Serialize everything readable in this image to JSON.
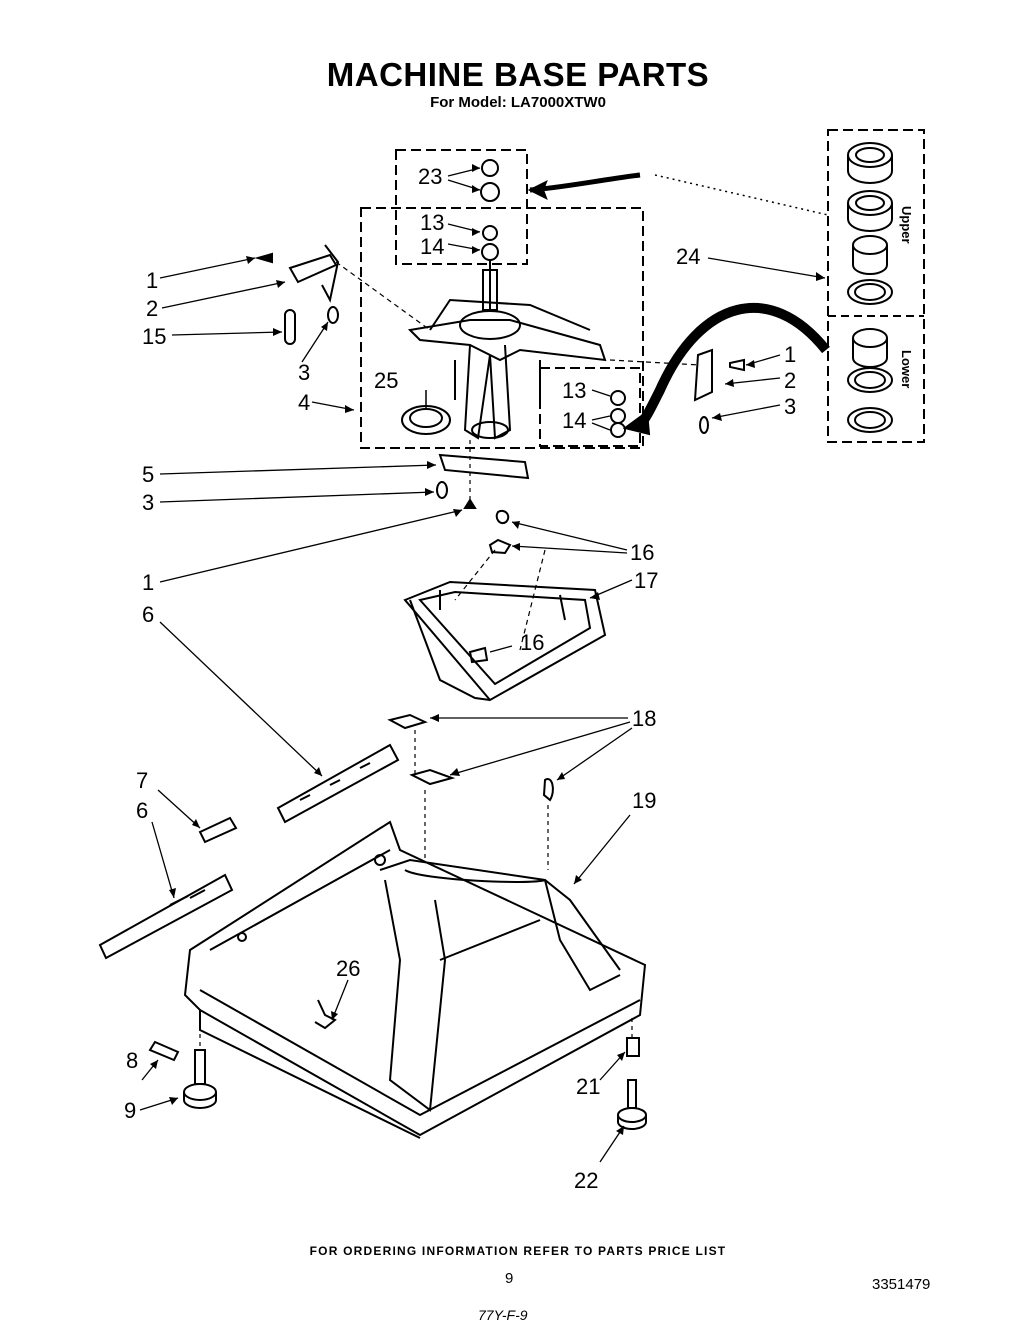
{
  "header": {
    "title": "MACHINE BASE PARTS",
    "subtitle": "For Model: LA7000XTW0"
  },
  "callouts": {
    "c23": "23",
    "c13a": "13",
    "c14a": "14",
    "c24": "24",
    "c1a": "1",
    "c2a": "2",
    "c15": "15",
    "c3a": "3",
    "c4": "4",
    "c25": "25",
    "c13b": "13",
    "c14b": "14",
    "c1b": "1",
    "c2b": "2",
    "c3b": "3",
    "c5": "5",
    "c3c": "3",
    "c1c": "1",
    "c6a": "6",
    "c16a": "16",
    "c17": "17",
    "c16b": "16",
    "c18": "18",
    "c7": "7",
    "c6b": "6",
    "c19": "19",
    "c26": "26",
    "c8": "8",
    "c9": "9",
    "c21": "21",
    "c22": "22"
  },
  "kit": {
    "upper_label": "Upper",
    "lower_label": "Lower"
  },
  "footer": {
    "note": "FOR ORDERING INFORMATION REFER TO PARTS PRICE LIST",
    "page_number": "9",
    "doc_number": "3351479",
    "handwritten": "77Y-F-9"
  }
}
